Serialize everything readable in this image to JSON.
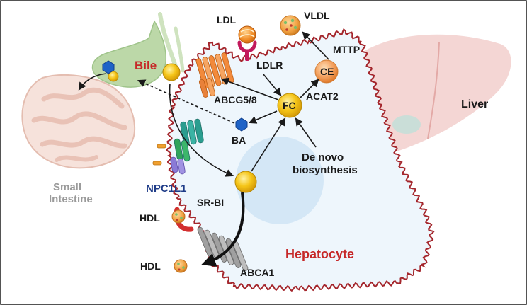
{
  "labels": {
    "ldl": "LDL",
    "vldl": "VLDL",
    "mttp": "MTTP",
    "bile": "Bile",
    "ldlr": "LDLR",
    "ce": "CE",
    "abcg": "ABCG5/8",
    "fc": "FC",
    "acat2": "ACAT2",
    "liver": "Liver",
    "ba": "BA",
    "denovo_line1": "De novo",
    "denovo_line2": "biosynthesis",
    "npc": "NPC1L1",
    "small_line1": "Small",
    "small_line2": "Intestine",
    "srbi": "SR-BI",
    "hdl_top": "HDL",
    "hdl_bottom": "HDL",
    "hepatocyte": "Hepatocyte",
    "abca1": "ABCA1"
  },
  "colors": {
    "cell_fill": "#eef6fc",
    "cell_border": "#a4262c",
    "nucleus": "#d4e7f6",
    "liver": "#f0c8c6",
    "gallbladder": "#bcd8a8",
    "intestine": "#f3dcd4",
    "hepatocyte_text": "#c62828",
    "bile_text": "#c62828",
    "npc_text": "#1f3c88",
    "intestine_text": "#9a9a9a",
    "fc_ball": "#f5c518",
    "ce_ball": "#f4a261",
    "abcg_protein": "#f28a3b",
    "npc_protein": "#2a9d8f",
    "abca1_protein": "#9e9e9e",
    "ldlr_receptor": "#c2185b",
    "ba_hexagon": "#1e63c7"
  }
}
